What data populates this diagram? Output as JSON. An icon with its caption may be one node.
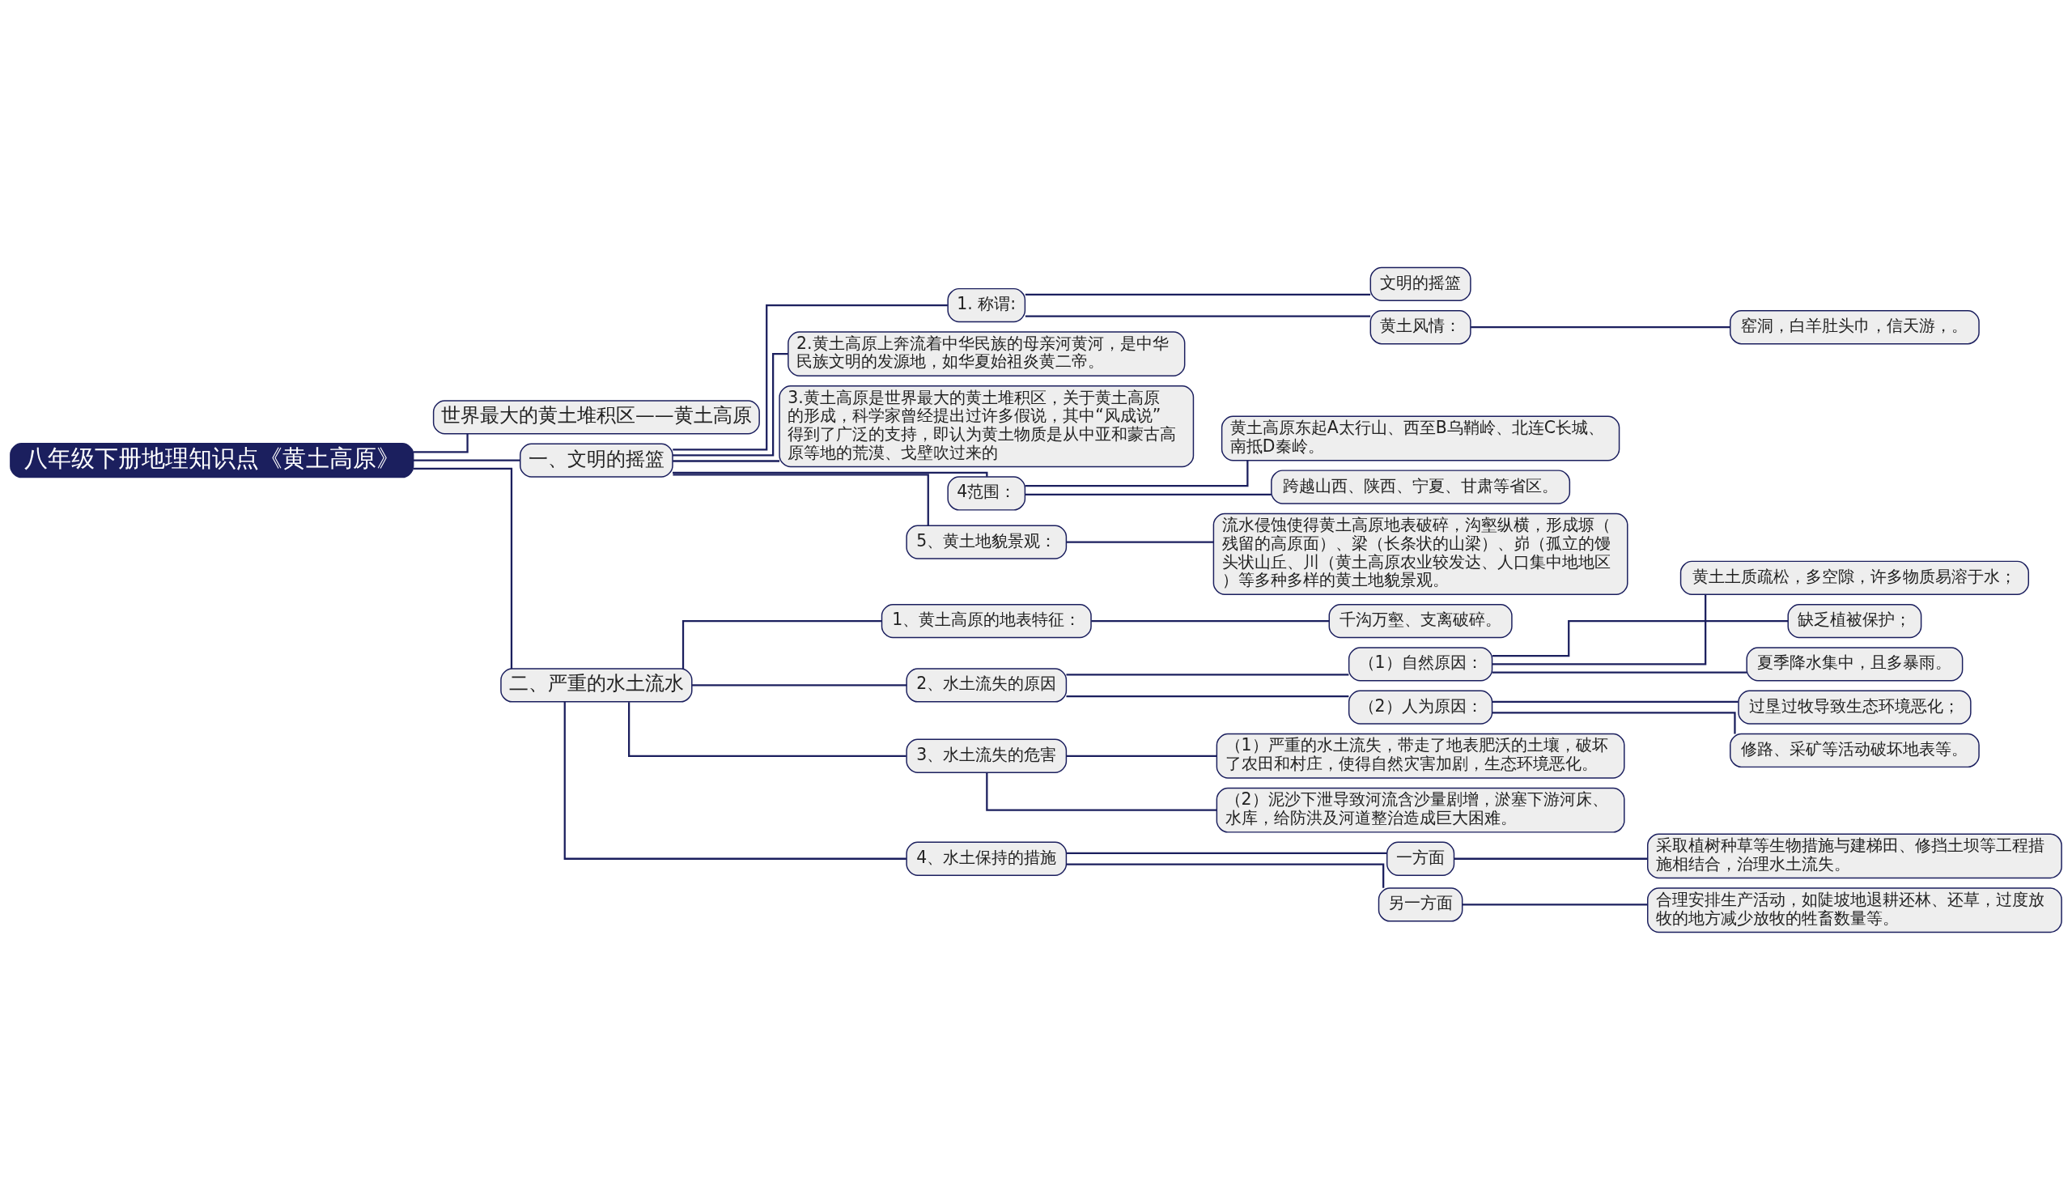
{
  "diagram": {
    "nodes": [
      {
        "text": [
          "八年级下册地理知识点《黄土高原》"
        ]
      },
      {
        "text": [
          "世界最大的黄土堆积区——黄土高原"
        ]
      },
      {
        "text": [
          "一、文明的摇篮"
        ]
      },
      {
        "text": [
          "1. 称谓:"
        ]
      },
      {
        "text": [
          "文明的摇篮"
        ]
      },
      {
        "text": [
          "黄土风情："
        ]
      },
      {
        "text": [
          "窑洞，白羊肚头巾，信天游，。"
        ]
      },
      {
        "text": [
          "2.黄土高原上奔流着中华民族的母亲河黄河，是中华民族文明的发源地，如华夏始祖炎黄二帝。"
        ]
      },
      {
        "text": [
          "3.黄土高原是世界最大的黄土堆积区，关于黄土高原的形成，科学家曾经提出过许多假说，其中“风成说”得到了广泛的支持，即认为黄土物质是从中亚和蒙古高原等地的荒漠、戈壁吹过来的"
        ]
      },
      {
        "text": [
          "4范围："
        ]
      },
      {
        "text": [
          "黄土高原东起A太行山、西至B乌鞘岭、北连C长城、南抵D秦岭。"
        ]
      },
      {
        "text": [
          "跨越山西、陕西、宁夏、甘肃等省区。"
        ]
      },
      {
        "text": [
          "5、黄土地貌景观："
        ]
      },
      {
        "text": [
          "流水侵蚀使得黄土高原地表破碎，沟壑纵横，形成塬（残留的高原面）、梁（长条状的山梁）、峁（孤立的馒头状山丘、川（黄土高原农业较发达、人口集中地地区）等多种多样的黄土地貌景观。"
        ]
      },
      {
        "text": [
          "二、严重的水土流水"
        ]
      },
      {
        "text": [
          "1、黄土高原的地表特征："
        ]
      },
      {
        "text": [
          "千沟万壑、支离破碎。"
        ]
      },
      {
        "text": [
          "2、水土流失的原因"
        ]
      },
      {
        "text": [
          "（1）自然原因："
        ]
      },
      {
        "text": [
          "黄土土质疏松，多空隙，许多物质易溶于水；"
        ]
      },
      {
        "text": [
          "缺乏植被保护；"
        ]
      },
      {
        "text": [
          "夏季降水集中，且多暴雨。"
        ]
      },
      {
        "text": [
          "（2）人为原因："
        ]
      },
      {
        "text": [
          "过垦过牧导致生态环境恶化；"
        ]
      },
      {
        "text": [
          "修路、采矿等活动破坏地表等。"
        ]
      },
      {
        "text": [
          "3、水土流失的危害"
        ]
      },
      {
        "text": [
          "（1）严重的水土流失，带走了地表肥沃的土壤，破坏了农田和村庄，使得自然灾害加剧，生态环境恶化。"
        ]
      },
      {
        "text": [
          "（2）泥沙下泄导致河流含沙量剧增，淤塞下游河床、水库，给防洪及河道整治造成巨大困难。"
        ]
      },
      {
        "text": [
          "4、水土保持的措施"
        ]
      },
      {
        "text": [
          "一方面"
        ]
      },
      {
        "text": [
          "采取植树种草等生物措施与建梯田、修挡土坝等工程措施相结合，治理水土流失。"
        ]
      },
      {
        "text": [
          "另一方面"
        ]
      },
      {
        "text": [
          "合理安排生产活动，如陡坡地退耕还林、还草，过度放牧的地方减少放牧的牲畜数量等。"
        ]
      }
    ],
    "edges": [
      {
        "from": 0,
        "to": 1,
        "arrow": "none"
      },
      {
        "from": 0,
        "to": 2,
        "arrow": "none"
      },
      {
        "from": 2,
        "to": 3,
        "arrow": "none"
      },
      {
        "from": 3,
        "to": 4,
        "arrow": "none"
      },
      {
        "from": 3,
        "to": 5,
        "arrow": "none"
      },
      {
        "from": 5,
        "to": 6,
        "arrow": "none"
      },
      {
        "from": 2,
        "to": 7,
        "arrow": "none"
      },
      {
        "from": 2,
        "to": 8,
        "arrow": "none"
      },
      {
        "from": 2,
        "to": 9,
        "arrow": "none"
      },
      {
        "from": 9,
        "to": 10,
        "arrow": "none"
      },
      {
        "from": 9,
        "to": 11,
        "arrow": "none"
      },
      {
        "from": 2,
        "to": 12,
        "arrow": "none"
      },
      {
        "from": 12,
        "to": 13,
        "arrow": "none"
      },
      {
        "from": 0,
        "to": 14,
        "arrow": "none"
      },
      {
        "from": 14,
        "to": 15,
        "arrow": "none"
      },
      {
        "from": 15,
        "to": 16,
        "arrow": "none"
      },
      {
        "from": 14,
        "to": 17,
        "arrow": "none"
      },
      {
        "from": 17,
        "to": 18,
        "arrow": "none"
      },
      {
        "from": 18,
        "to": 19,
        "arrow": "none"
      },
      {
        "from": 18,
        "to": 20,
        "arrow": "none"
      },
      {
        "from": 18,
        "to": 21,
        "arrow": "none"
      },
      {
        "from": 17,
        "to": 22,
        "arrow": "none"
      },
      {
        "from": 22,
        "to": 23,
        "arrow": "none"
      },
      {
        "from": 22,
        "to": 24,
        "arrow": "none"
      },
      {
        "from": 14,
        "to": 25,
        "arrow": "none"
      },
      {
        "from": 25,
        "to": 26,
        "arrow": "none"
      },
      {
        "from": 25,
        "to": 27,
        "arrow": "none"
      },
      {
        "from": 14,
        "to": 28,
        "arrow": "none"
      },
      {
        "from": 28,
        "to": 29,
        "arrow": "none"
      },
      {
        "from": 29,
        "to": 30,
        "arrow": "none"
      },
      {
        "from": 28,
        "to": 31,
        "arrow": "none"
      },
      {
        "from": 31,
        "to": 32,
        "arrow": "none"
      }
    ]
  }
}
